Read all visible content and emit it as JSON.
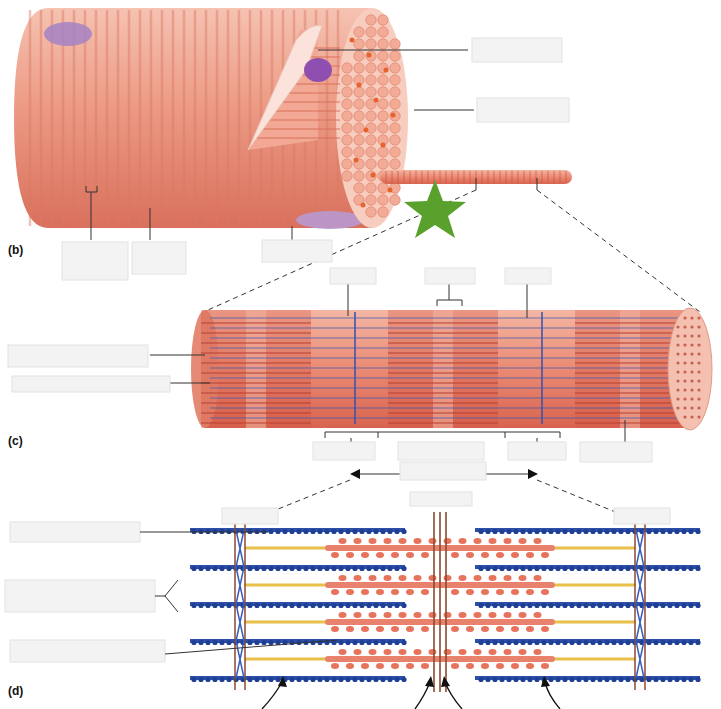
{
  "diagram": {
    "labels": [
      "(b)",
      "(c)",
      "(d)"
    ]
  }
}
